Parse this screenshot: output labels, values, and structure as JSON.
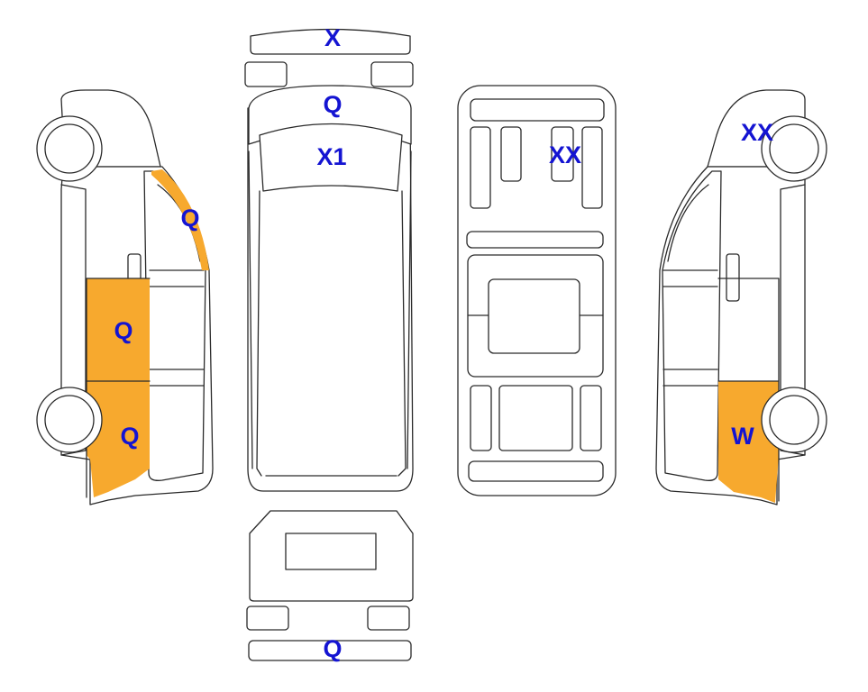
{
  "colors": {
    "damage_fill": "#F7A92E",
    "damage_light_fill": "#E1F5FC",
    "label": "#1414D2",
    "outline": "#2a2a2a",
    "background": "#ffffff"
  },
  "views": [
    {
      "id": "left-side",
      "panels": [
        {
          "id": "left-front-door-frame",
          "label": "Q",
          "fill": "orange"
        },
        {
          "id": "left-front-door",
          "label": "Q",
          "fill": "orange"
        },
        {
          "id": "left-front-lower",
          "label": "Q",
          "fill": "orange"
        }
      ]
    },
    {
      "id": "top",
      "panels": [
        {
          "id": "front-bumper",
          "label": "X",
          "fill": "orange"
        },
        {
          "id": "hood",
          "label": "Q",
          "fill": "orange"
        },
        {
          "id": "windshield",
          "label": "X1",
          "fill": "orange"
        }
      ]
    },
    {
      "id": "underside",
      "panels": [
        {
          "id": "under-front-middle",
          "label": "XX",
          "fill": "light-blue"
        }
      ]
    },
    {
      "id": "right-side",
      "panels": [
        {
          "id": "right-rear-upper",
          "label": "XX",
          "fill": "light-blue"
        },
        {
          "id": "right-rear-lower",
          "label": "W",
          "fill": "orange"
        }
      ]
    },
    {
      "id": "rear",
      "panels": [
        {
          "id": "rear-bumper",
          "label": "Q",
          "fill": "orange"
        }
      ]
    }
  ]
}
